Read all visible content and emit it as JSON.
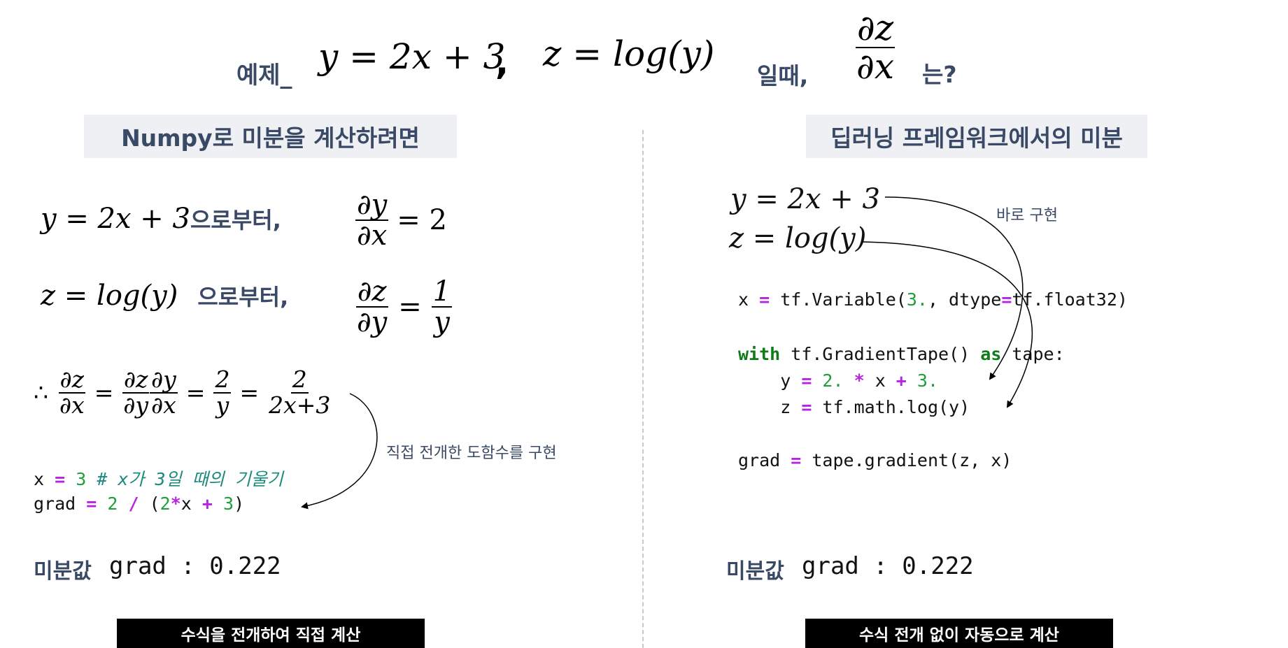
{
  "header": {
    "prefix": "예제_",
    "eq_y": "y = 2x + 3",
    "comma": ",",
    "eq_z": "z = log(y)",
    "when": "일때,",
    "frac_num": "∂z",
    "frac_den": "∂x",
    "question": "는?"
  },
  "left": {
    "title": "Numpy로 미분을 계산하려면",
    "line1": {
      "eq": "y = 2x + 3",
      "suffix": "으로부터,",
      "num": "∂y",
      "den": "∂x",
      "rhs": "= 2"
    },
    "line2": {
      "eq": "z = log(y)",
      "suffix": "으로부터,",
      "num": "∂z",
      "den": "∂y",
      "eqsign": "=",
      "rnum": "1",
      "rden": "y"
    },
    "line3": {
      "therefore": "∴",
      "f1n": "∂z",
      "f1d": "∂x",
      "eq1": "=",
      "f2n": "∂z",
      "f2d": "∂y",
      "f3n": "∂y",
      "f3d": "∂x",
      "eq2": "=",
      "f4n": "2",
      "f4d": "y",
      "eq3": "=",
      "f5n": "2",
      "f5d": "2x+3"
    },
    "note": "직접 전개한 도함수를 구현",
    "code1": {
      "a": "x ",
      "op": "=",
      "n": " 3",
      "cmt": " # x가 3일 때의 기울기"
    },
    "code2": {
      "a": "grad ",
      "op1": "=",
      "n1": " 2",
      "op2": " /",
      "p1": " (",
      "n2": "2",
      "op3": "*",
      "x": "x ",
      "op4": "+",
      "n3": " 3",
      "p2": ")"
    },
    "result_label": "미분값",
    "result_value": "grad : 0.222",
    "footer": "수식을 전개하여 직접 계산"
  },
  "right": {
    "title": "딥러닝 프레임워크에서의 미분",
    "eq_y": "y = 2x + 3",
    "eq_z": "z = log(y)",
    "note": "바로 구현",
    "c1": {
      "a": "x ",
      "op": "=",
      "b": " tf.Variable(",
      "n": "3.",
      "c": ", dtype",
      "op2": "=",
      "d": "tf.float32)"
    },
    "c2": {
      "kw1": "with",
      "a": " tf.GradientTape() ",
      "kw2": "as",
      "b": " tape:"
    },
    "c3": {
      "a": "    y ",
      "op": "=",
      "n1": " 2.",
      "op2": " *",
      "b": " x ",
      "op3": "+",
      "n2": " 3."
    },
    "c4": {
      "a": "    z ",
      "op": "=",
      "b": " tf.math.log(y)"
    },
    "c5": {
      "a": "grad ",
      "op": "=",
      "b": " tape.gradient(z, x)"
    },
    "result_label": "미분값",
    "result_value": "grad : 0.222",
    "footer": "수식 전개 없이 자동으로 계산"
  }
}
